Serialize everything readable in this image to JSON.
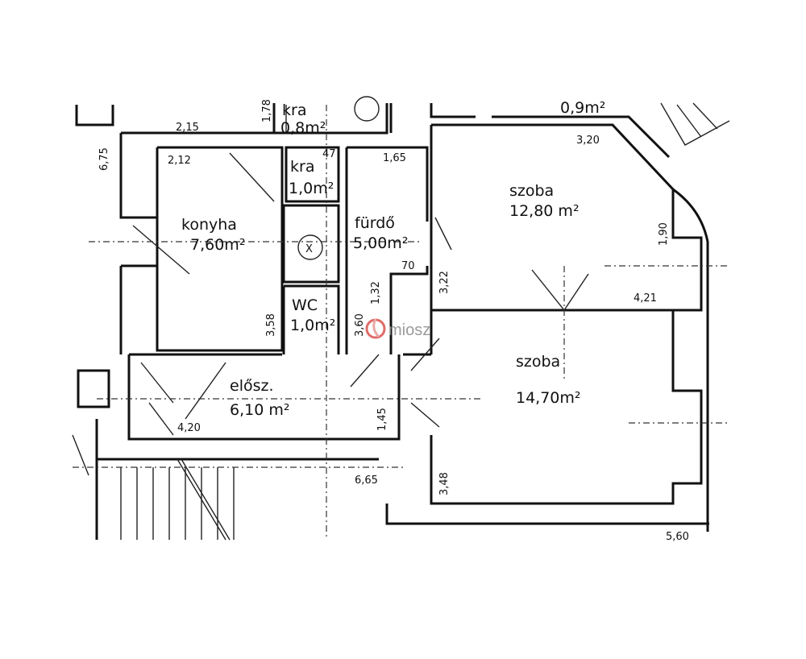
{
  "plan": {
    "rooms": [
      {
        "name": "konyha",
        "area": "7,60m²"
      },
      {
        "name": "kra",
        "area": "1,0m²"
      },
      {
        "name": "fürdő",
        "area": "5,00m²"
      },
      {
        "name": "WC",
        "area": "1,0m²"
      },
      {
        "name": "szoba",
        "area": "12,80 m²"
      },
      {
        "name": "szoba",
        "area": "14,70m²"
      },
      {
        "name": "elősz.",
        "area": "6,10 m²"
      }
    ],
    "top_partial": {
      "kra_label": "kra",
      "kra_area": "0,8m²",
      "right_area": "0,9m²"
    },
    "dimensions": {
      "d215": "2,15",
      "d178": "1,78",
      "d675": "6,75",
      "d212": "2,12",
      "d47": "47",
      "d165": "1,65",
      "d70": "70",
      "d132": "1,32",
      "d358": "3,58",
      "d360": "3,60",
      "d320": "3,20",
      "d190": "1,90",
      "d322": "3,22",
      "d421": "4,21",
      "d348": "3,48",
      "d560": "5,60",
      "d420": "4,20",
      "d145": "1,45",
      "d665": "6,65"
    }
  },
  "watermark": {
    "text": "miosz",
    "color": "#d9534f"
  }
}
